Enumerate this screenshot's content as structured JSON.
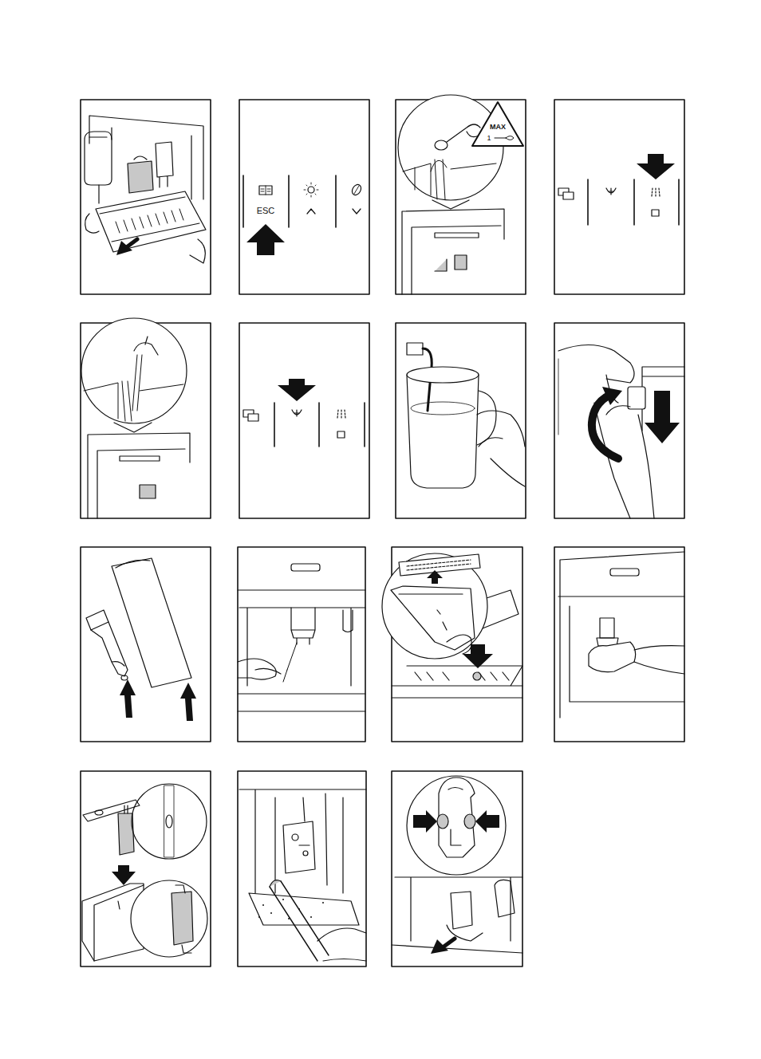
{
  "diagram": {
    "labels": [
      "ESC",
      "MAX",
      "1"
    ]
  }
}
